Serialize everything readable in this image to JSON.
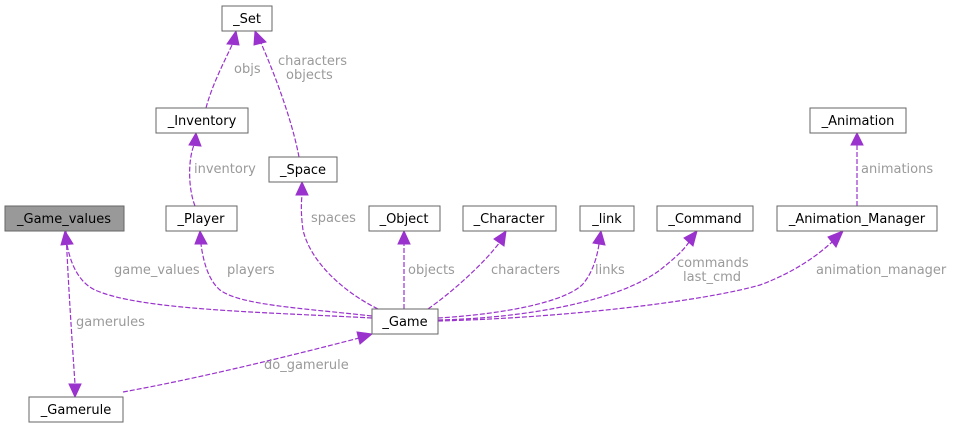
{
  "nodes": {
    "set": "_Set",
    "inventory": "_Inventory",
    "space": "_Space",
    "player": "_Player",
    "game_values": "_Game_values",
    "object": "_Object",
    "character": "_Character",
    "link": "_link",
    "command": "_Command",
    "animation": "_Animation",
    "animation_manager": "_Animation_Manager",
    "game": "_Game",
    "gamerule": "_Gamerule"
  },
  "edge_labels": {
    "objs": "objs",
    "characters_set": "characters",
    "objects_set": "objects",
    "inventory": "inventory",
    "spaces": "spaces",
    "animations": "animations",
    "game_values": "game_values",
    "players": "players",
    "objects": "objects",
    "characters": "characters",
    "links": "links",
    "commands": "commands",
    "last_cmd": "last_cmd",
    "animation_manager": "animation_manager",
    "gamerules": "gamerules",
    "do_gamerule": "do_gamerule"
  },
  "colors": {
    "edge": "#9a32cd",
    "label": "#9a9a9a",
    "highlight_fill": "#999999",
    "node_border": "#666666"
  }
}
